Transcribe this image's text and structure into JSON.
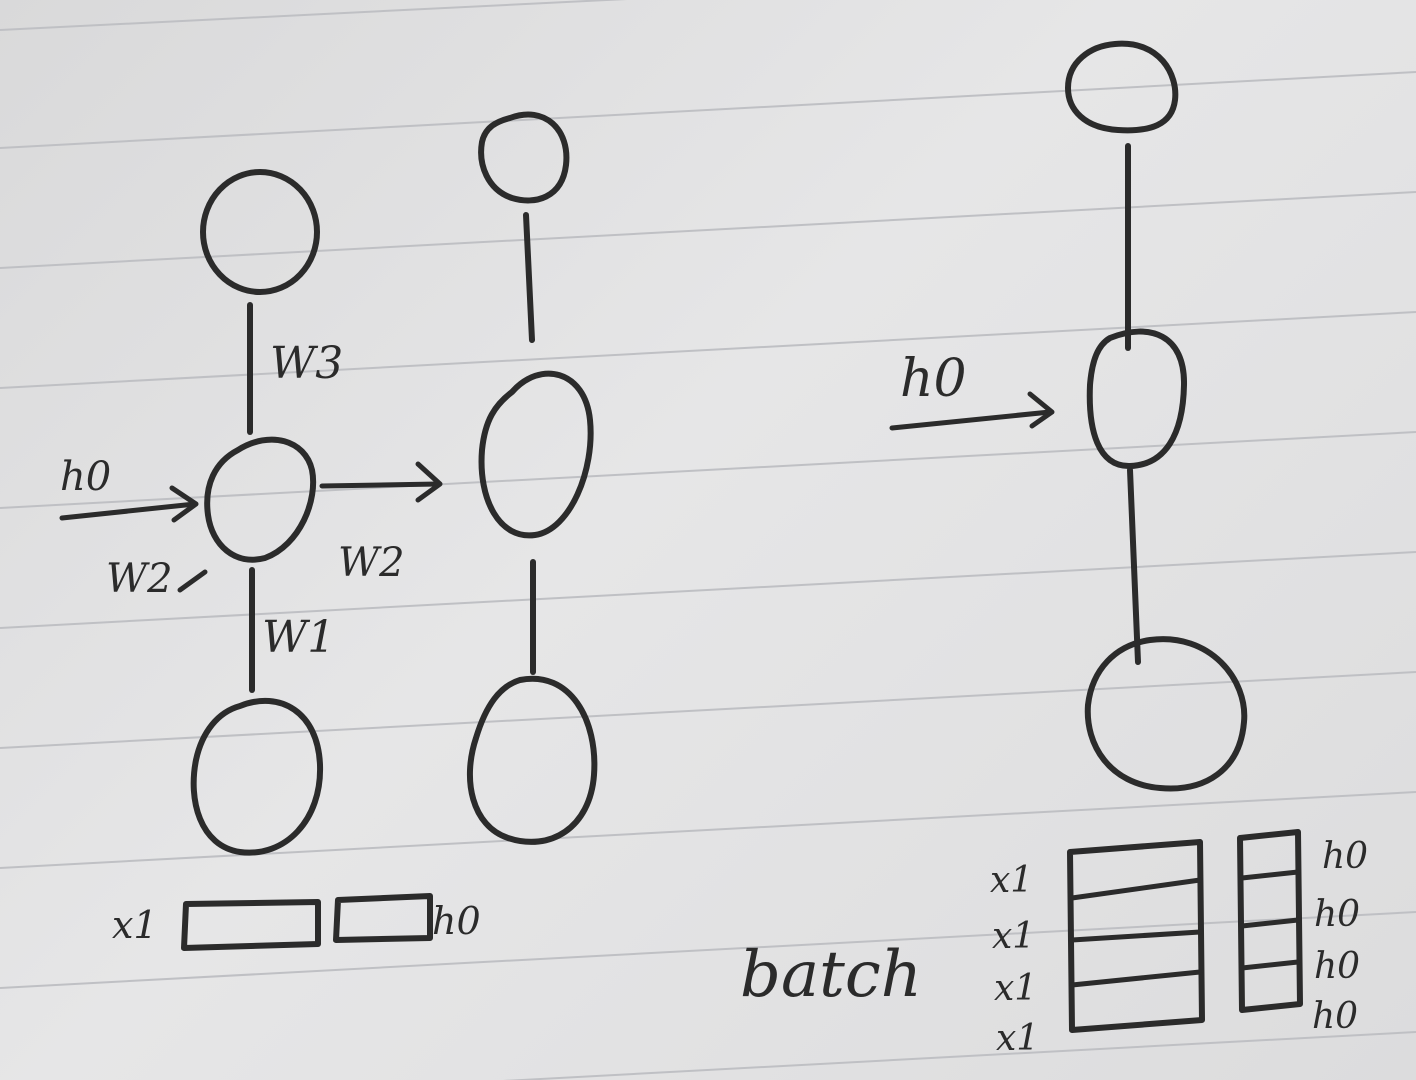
{
  "labels": {
    "left_w3": "W3",
    "left_h0": "h0",
    "left_w2_in": "W2",
    "left_w2_out": "W2",
    "left_w1": "W1",
    "left_x1": "x1",
    "left_h0_box": "h0",
    "right_h0": "h0",
    "batch": "batch",
    "batch_x": [
      "x1",
      "x1",
      "x1",
      "x1"
    ],
    "batch_h": [
      "h0",
      "h0",
      "h0",
      "h0"
    ]
  },
  "colors": {
    "ink": "#2b2b2b",
    "paper": "#e1e1e2",
    "rule": "#bfc0c4"
  }
}
